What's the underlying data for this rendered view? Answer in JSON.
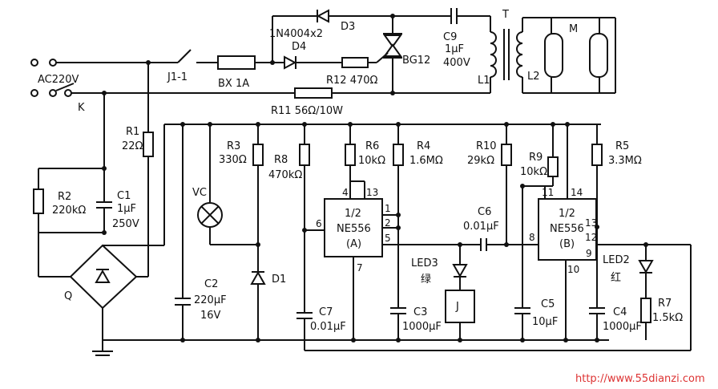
{
  "labels": {
    "ac": "AC220V",
    "k": "K",
    "j11": "J1-1",
    "bx": "BX  1A",
    "d34": "1N4004x2",
    "d3": "D3",
    "d4": "D4",
    "r12": "R12  470Ω",
    "bg12": "BG12",
    "c9a": "C9",
    "c9b": "1μF",
    "c9c": "400V",
    "t": "T",
    "l1": "L1",
    "l2": "L2",
    "m": "M",
    "r11": "R11  56Ω/10W",
    "r1a": "R1",
    "r1b": "22Ω",
    "r2a": "R2",
    "r2b": "220kΩ",
    "c1a": "C1",
    "c1b": "1μF",
    "c1c": "250V",
    "q": "Q",
    "vc": "VC",
    "r3a": "R3",
    "r3b": "330Ω",
    "r8a": "R8",
    "r8b": "470kΩ",
    "c2a": "C2",
    "c2b": "220μF",
    "c2c": "16V",
    "d1": "D1",
    "r6a": "R6",
    "r6b": "10kΩ",
    "r4a": "R4",
    "r4b": "1.6MΩ",
    "icA1": "1/2",
    "icA2": "NE556",
    "icA3": "(A)",
    "c7a": "C7",
    "c7b": "0.01μF",
    "led3": "LED3",
    "led3c": "绿",
    "j": "J",
    "c3a": "C3",
    "c3b": "1000μF",
    "c6a": "C6",
    "c6b": "0.01μF",
    "r10a": "R10",
    "r10b": "29kΩ",
    "r9a": "R9",
    "r9b": "10kΩ",
    "r5a": "R5",
    "r5b": "3.3MΩ",
    "icB1": "1/2",
    "icB2": "NE556",
    "icB3": "(B)",
    "c5a": "C5",
    "c5b": "10μF",
    "c4a": "C4",
    "c4b": "1000μF",
    "led2": "LED2",
    "led2c": "红",
    "r7a": "R7",
    "r7b": "1.5kΩ",
    "watermark": "http://www.55dianzi.com",
    "pinA4": "4",
    "pinA13": "13",
    "pinA1": "1",
    "pinA2": "2",
    "pinA5": "5",
    "pinA6": "6",
    "pinA7": "7",
    "pinB11": "11",
    "pinB14": "14",
    "pinB13": "13",
    "pinB12": "12",
    "pinB9": "9",
    "pinB8": "8",
    "pinB10": "10"
  }
}
